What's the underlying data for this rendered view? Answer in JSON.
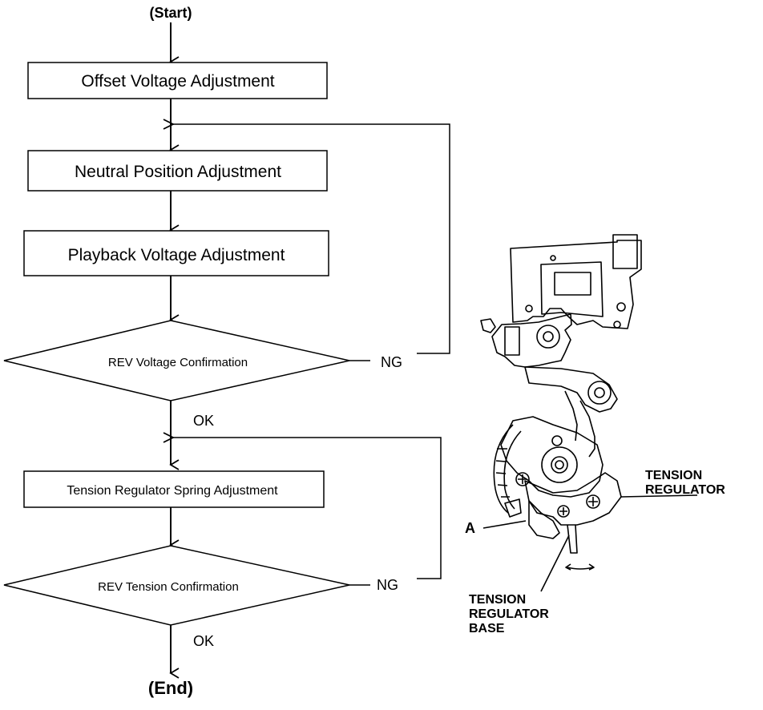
{
  "flowchart": {
    "start": "(Start)",
    "end": "(End)",
    "steps": {
      "offset": "Offset Voltage Adjustment",
      "neutral": "Neutral Position Adjustment",
      "playback": "Playback Voltage Adjustment",
      "tension_spring": "Tension Regulator Spring Adjustment"
    },
    "decisions": {
      "rev_voltage": "REV Voltage Confirmation",
      "rev_tension": "REV Tension Confirmation"
    },
    "labels": {
      "ng1": "NG",
      "ok1": "OK",
      "ng2": "NG",
      "ok2": "OK"
    }
  },
  "illustration": {
    "label_a": "A",
    "tension_regulator_line1": "TENSION",
    "tension_regulator_line2": "REGULATOR",
    "base_line1": "TENSION",
    "base_line2": "REGULATOR",
    "base_line3": "BASE"
  },
  "colors": {
    "stroke": "#000000",
    "background": "#ffffff"
  }
}
